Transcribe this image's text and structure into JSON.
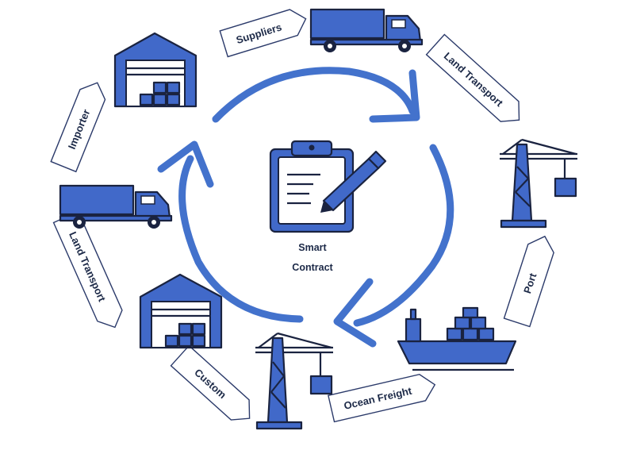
{
  "center": {
    "line1": "Smart",
    "line2": "Contract",
    "icon": "clipboard-pencil-icon"
  },
  "labels": {
    "suppliers": "Suppliers",
    "land_transport_top": "Land Transport",
    "port": "Port",
    "ocean_freight": "Ocean Freight",
    "custom": "Custom",
    "land_transport_left": "Land Transport",
    "importer": "Importer"
  },
  "icons": [
    "warehouse-icon",
    "truck-icon",
    "port-crane-icon",
    "cargo-ship-icon",
    "port-crane-icon",
    "warehouse-icon",
    "truck-icon"
  ],
  "colors": {
    "accent": "#4372cc",
    "dark": "#1a2340",
    "label": "#1d2a48"
  }
}
